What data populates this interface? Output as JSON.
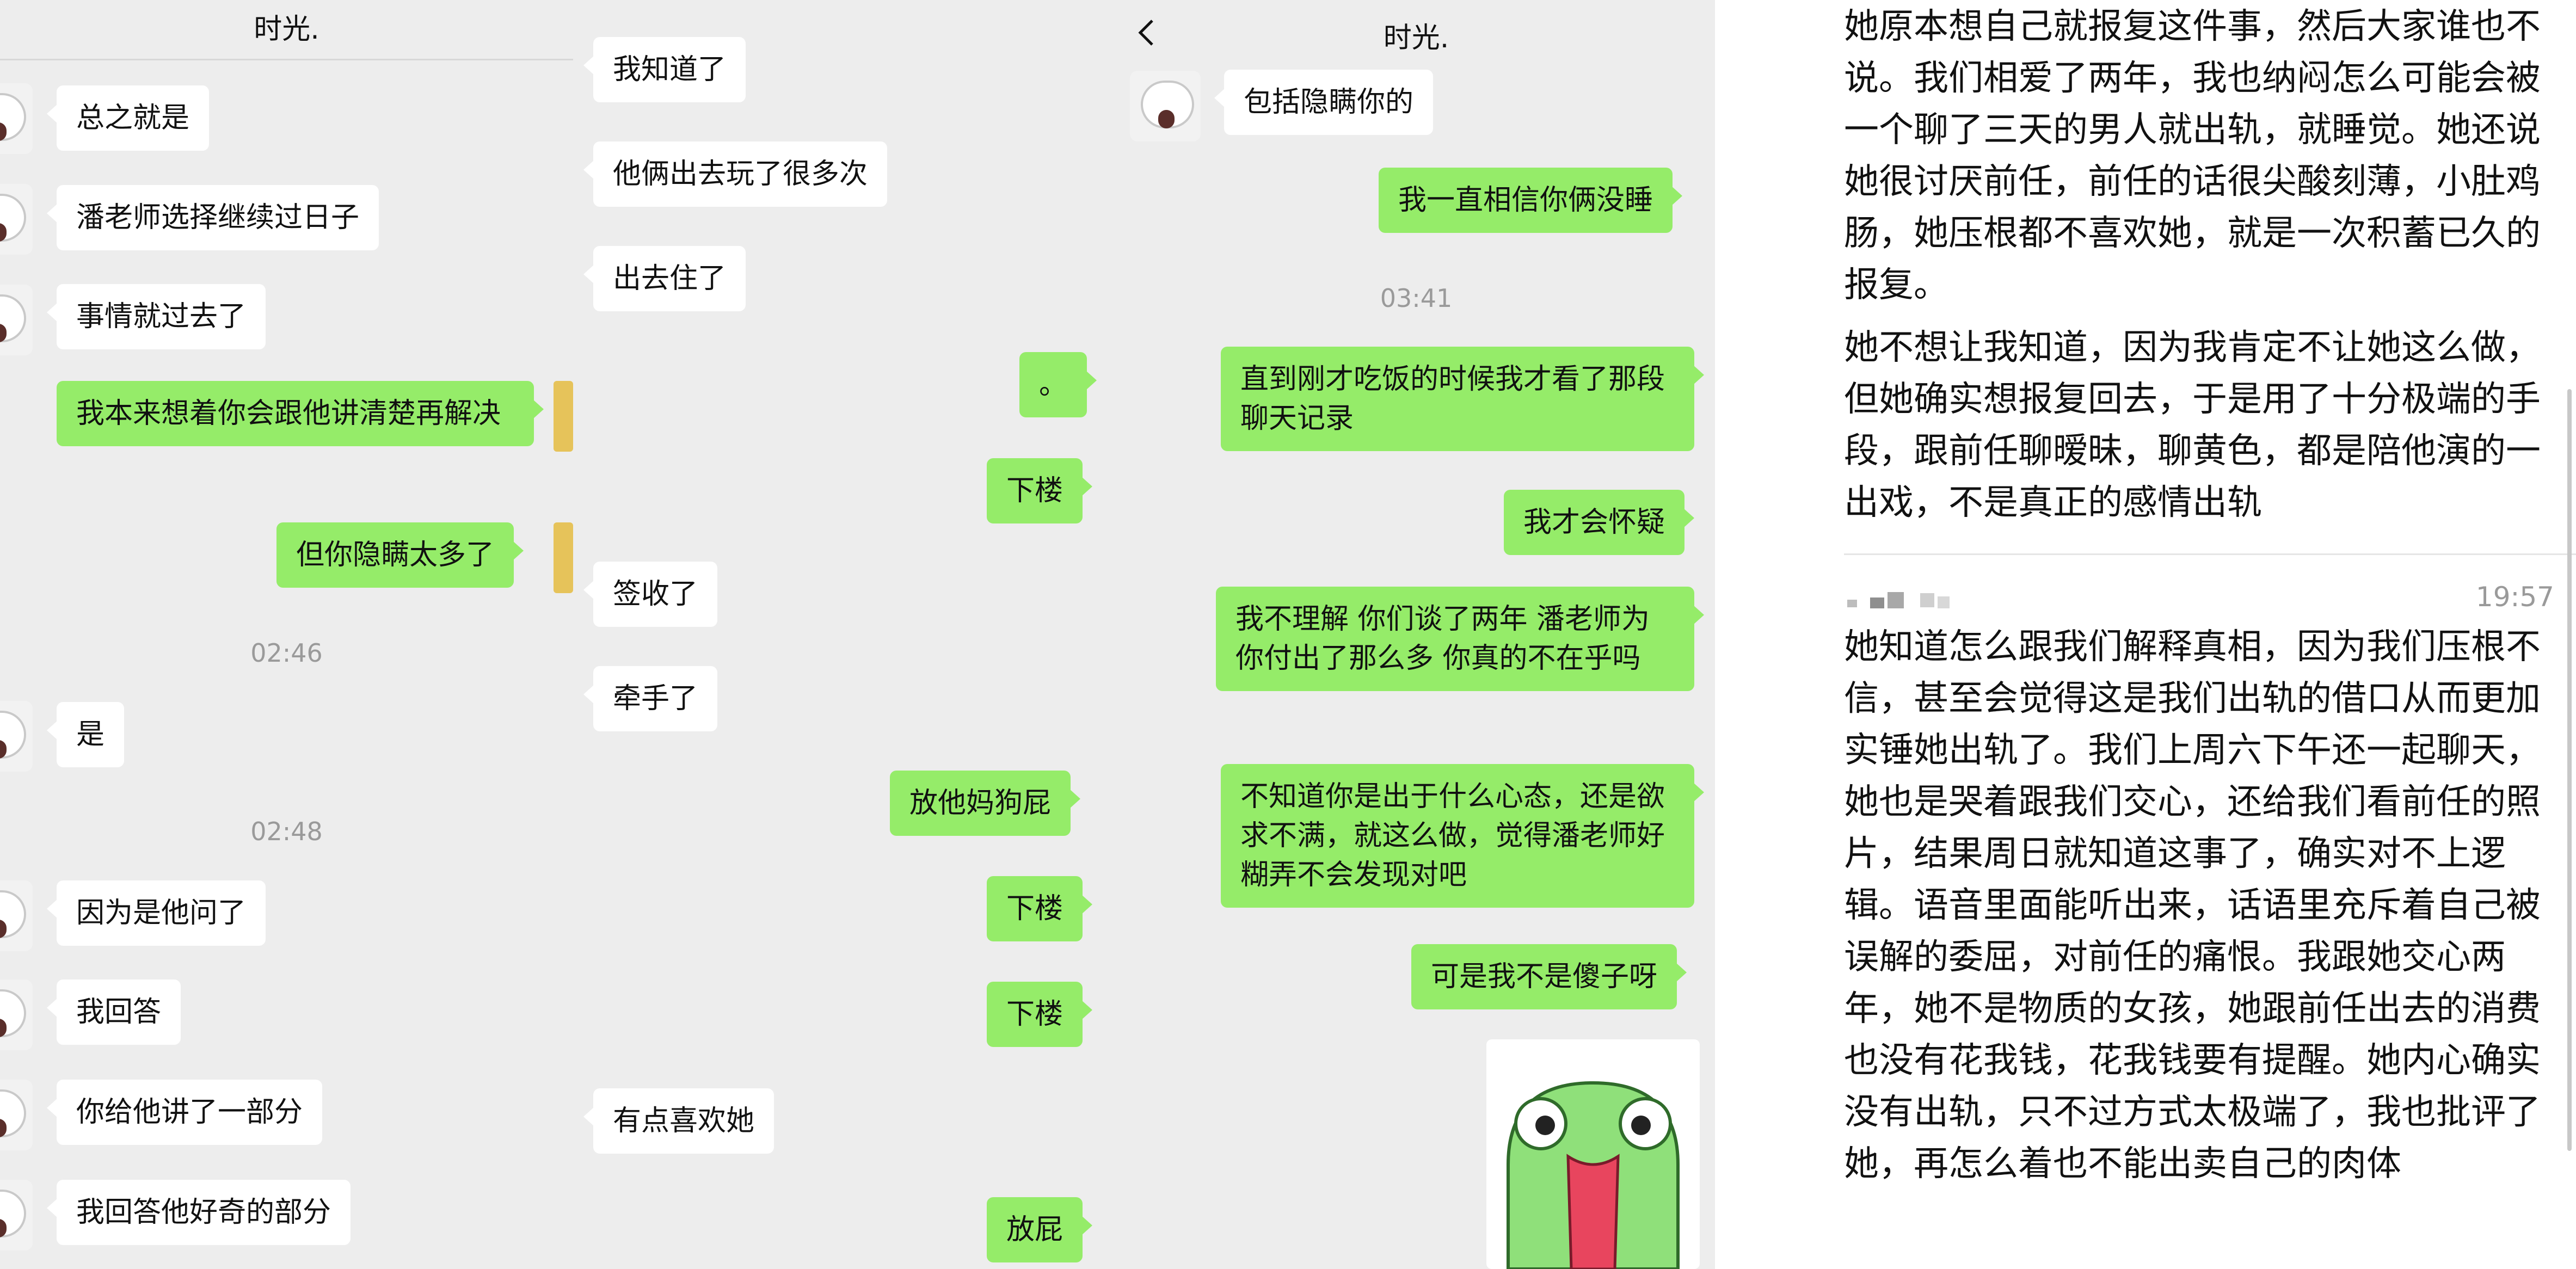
{
  "panel1": {
    "title": "时光.",
    "messages": [
      {
        "side": "in",
        "text": "总之就是"
      },
      {
        "side": "in",
        "text": "潘老师选择继续过日子"
      },
      {
        "side": "in",
        "text": "事情就过去了"
      },
      {
        "side": "out",
        "text": "我本来想着你会跟他讲清楚再解决"
      },
      {
        "side": "out",
        "text": "但你隐瞒太多了"
      },
      {
        "side": "in",
        "text": "是"
      },
      {
        "side": "in",
        "text": "因为是他问了"
      },
      {
        "side": "in",
        "text": "我回答"
      },
      {
        "side": "in",
        "text": "你给他讲了一部分"
      },
      {
        "side": "in",
        "text": "我回答他好奇的部分"
      }
    ],
    "timestamps": [
      "02:46",
      "02:48"
    ]
  },
  "panel2": {
    "messages": [
      {
        "side": "in",
        "text": "我知道了"
      },
      {
        "side": "in",
        "text": "他俩出去玩了很多次"
      },
      {
        "side": "in",
        "text": "出去住了"
      },
      {
        "side": "out",
        "text": "。"
      },
      {
        "side": "out",
        "text": "下楼"
      },
      {
        "side": "in",
        "text": "签收了"
      },
      {
        "side": "in",
        "text": "牵手了"
      },
      {
        "side": "out",
        "text": "放他妈狗屁"
      },
      {
        "side": "out",
        "text": "下楼"
      },
      {
        "side": "out",
        "text": "下楼"
      },
      {
        "side": "in",
        "text": "有点喜欢她"
      },
      {
        "side": "out",
        "text": "放屁"
      }
    ]
  },
  "panel3": {
    "title": "时光.",
    "messages": [
      {
        "side": "in",
        "text": "包括隐瞒你的"
      },
      {
        "side": "out",
        "text": "我一直相信你俩没睡"
      },
      {
        "side": "out",
        "text": "直到刚才吃饭的时候我才看了那段聊天记录"
      },
      {
        "side": "out",
        "text": "我才会怀疑"
      },
      {
        "side": "out",
        "text": "我不理解 你们谈了两年 潘老师为你付出了那么多 你真的不在乎吗"
      },
      {
        "side": "out",
        "text": "不知道你是出于什么心态，还是欲求不满，就这么做，觉得潘老师好糊弄不会发现对吧"
      },
      {
        "side": "out",
        "text": "可是我不是傻子呀"
      }
    ],
    "timestamps": [
      "03:41"
    ],
    "sticker_icon": "frog-sticker"
  },
  "panel4": {
    "paragraph1": "她原本想自己就报复这件事，然后大家谁也不说。我们相爱了两年，我也纳闷怎么可能会被一个聊了三天的男人就出轨，就睡觉。她还说她很讨厌前任，前任的话很尖酸刻薄，小肚鸡肠，她压根都不喜欢她，就是一次积蓄已久的报复。",
    "paragraph2": "她不想让我知道，因为我肯定不让她这么做，但她确实想报复回去，于是用了十分极端的手段，跟前任聊暧昧，聊黄色，都是陪他演的一出戏，不是真正的感情出轨",
    "reply_time": "19:57",
    "paragraph3": "她知道怎么跟我们解释真相，因为我们压根不信，甚至会觉得这是我们出轨的借口从而更加实锤她出轨了。我们上周六下午还一起聊天，她也是哭着跟我们交心，还给我们看前任的照片，结果周日就知道这事了，确实对不上逻辑。语音里面能听出来，话语里充斥着自己被误解的委屈，对前任的痛恨。我跟她交心两年，她不是物质的女孩，她跟前任出去的消费也没有花我钱，花我钱要有提醒。她内心确实没有出轨，只不过方式太极端了，我也批评了她，再怎么着也不能出卖自己的肉体"
  },
  "colors": {
    "bg": "#ededed",
    "out_bubble": "#95ec69",
    "in_bubble": "#ffffff",
    "timestamp": "#9a9a9a"
  }
}
